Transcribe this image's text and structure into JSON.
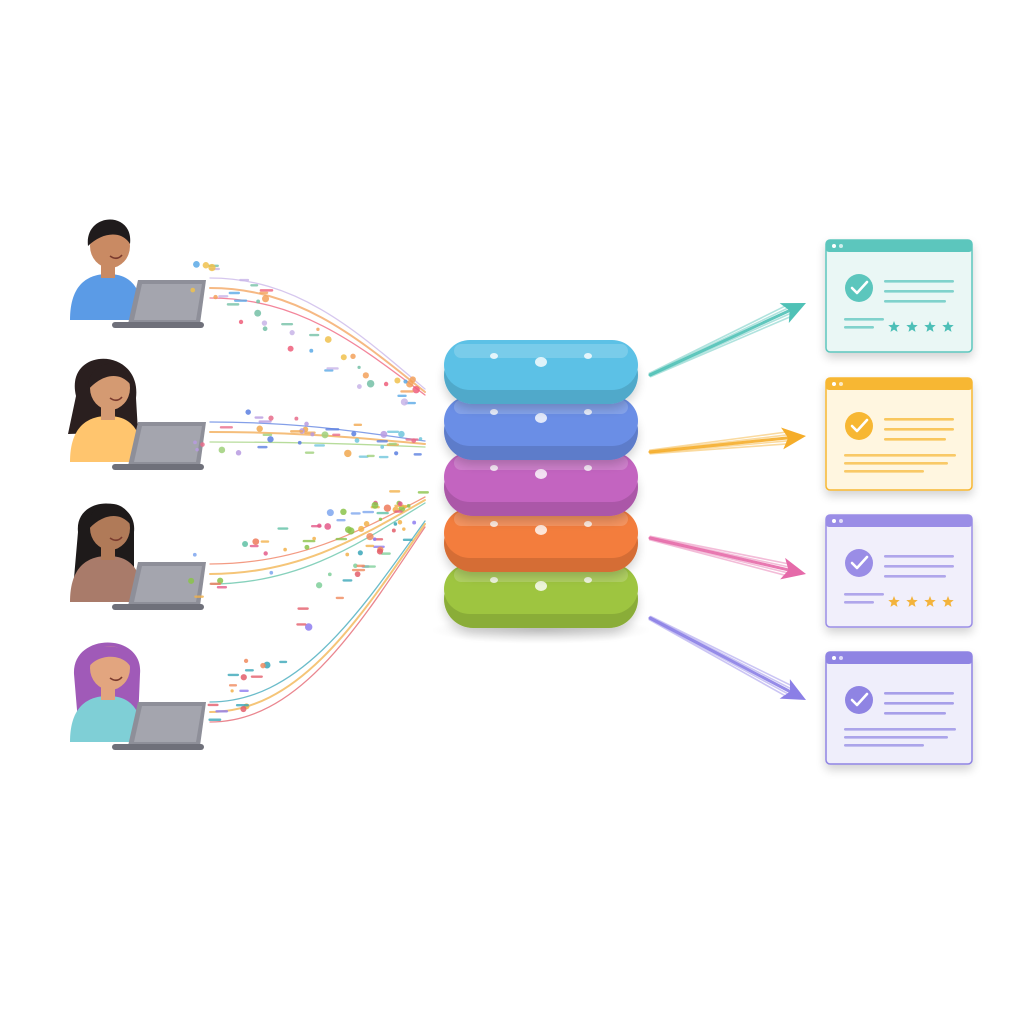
{
  "diagram": {
    "users": [
      {
        "shirt": "#5b9be6",
        "skin": "#c98a63",
        "hair": "#1f1b1c",
        "style": "short"
      },
      {
        "shirt": "#ffc56e",
        "skin": "#d49a72",
        "hair": "#2a1f1f",
        "style": "curly"
      },
      {
        "shirt": "#a97b6a",
        "skin": "#b07a58",
        "hair": "#1e1a1a",
        "style": "long"
      },
      {
        "shirt": "#7fcfd6",
        "skin": "#e2a57f",
        "hair": "#a05ab8",
        "style": "hijab"
      }
    ],
    "streams": [
      {
        "colors": [
          "#c8b4e8",
          "#f3a15b",
          "#ef5e7a",
          "#74c0a6",
          "#f0c14d",
          "#5aa9e6"
        ]
      },
      {
        "colors": [
          "#5b7fe0",
          "#f1a84f",
          "#9fd07a",
          "#e86b8a",
          "#70c5dc",
          "#b79ae0"
        ]
      },
      {
        "colors": [
          "#ef7a5a",
          "#f2b24b",
          "#5fc1a5",
          "#e45a8a",
          "#8bc34a",
          "#7ea6ee"
        ]
      },
      {
        "colors": [
          "#3aa6b8",
          "#f2b24b",
          "#e35d6a",
          "#8e7cf0",
          "#7fcf9a",
          "#f08a5d"
        ]
      }
    ],
    "stack_layers": [
      {
        "color": "#5cc1e6"
      },
      {
        "color": "#6a8ee6"
      },
      {
        "color": "#c364c0"
      },
      {
        "color": "#f37d3d"
      },
      {
        "color": "#9ec540"
      }
    ],
    "outputs": [
      {
        "accent": "#5cc6bd",
        "bg": "#eaf7f5",
        "stars": 4,
        "star_color": "#4cbfb7",
        "arrow": "#4fc1b6"
      },
      {
        "accent": "#f7b733",
        "bg": "#fff6e0",
        "stars": 0,
        "star_color": "#f7b733",
        "arrow": "#f5ad2a"
      },
      {
        "accent": "#9a8de6",
        "bg": "#f1effb",
        "stars": 4,
        "star_color": "#f3b33c",
        "arrow": "#e56aa9"
      },
      {
        "accent": "#8f84e3",
        "bg": "#efeefb",
        "stars": 0,
        "star_color": "#8f84e3",
        "arrow": "#8b7fe6"
      }
    ]
  }
}
